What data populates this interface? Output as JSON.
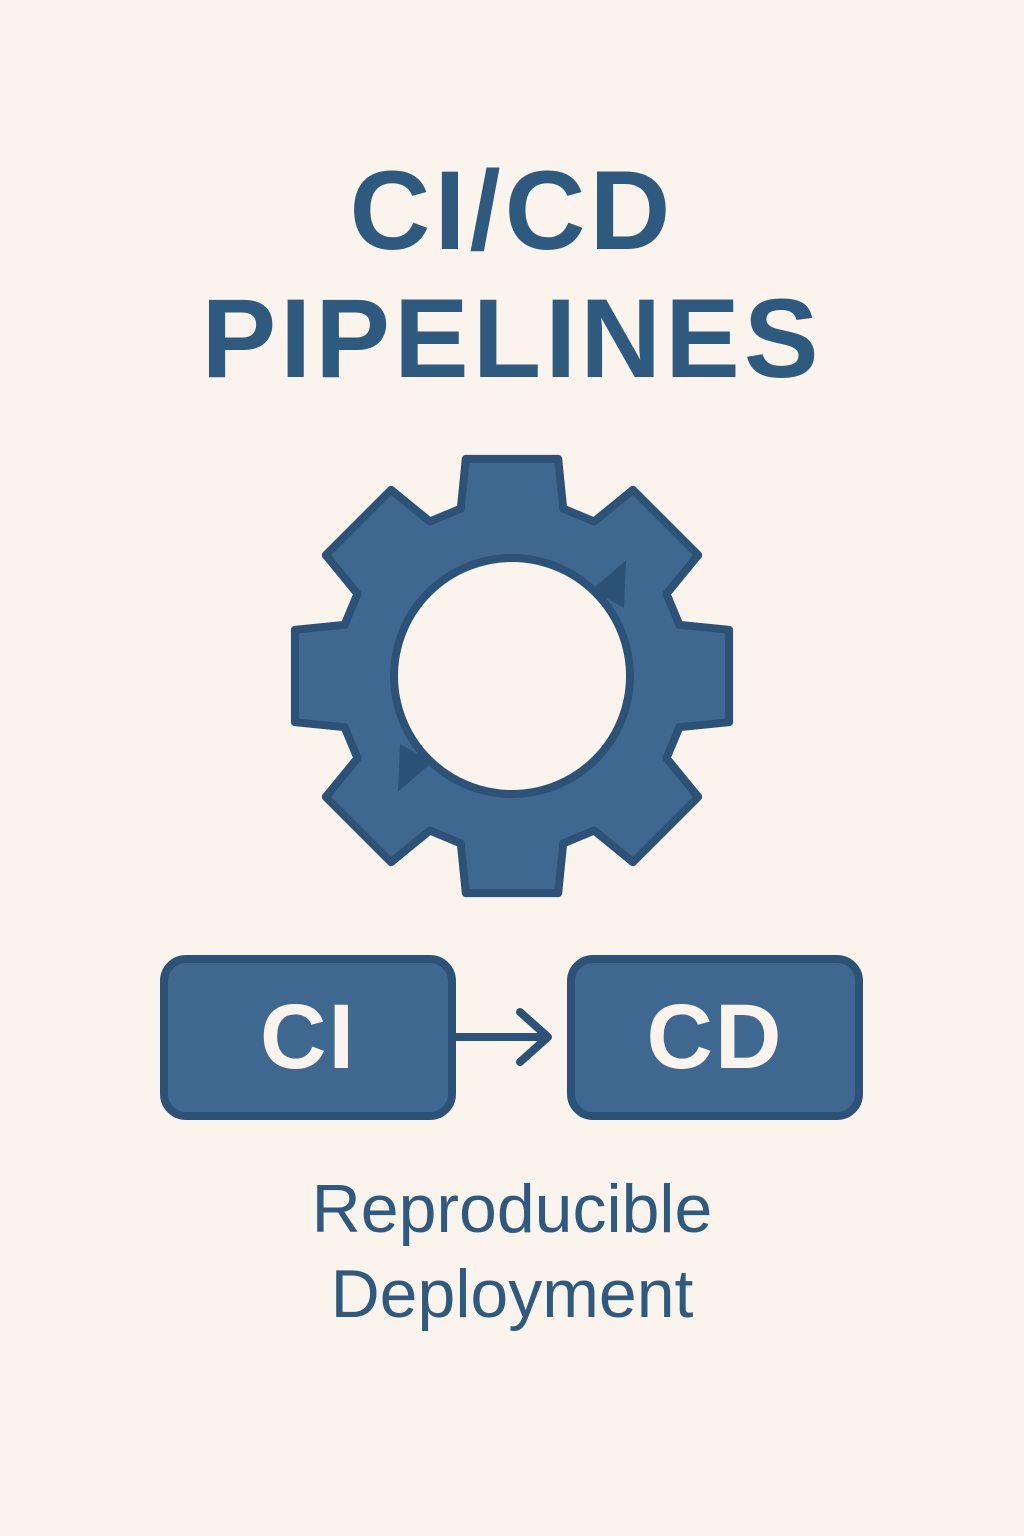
{
  "title": {
    "line1": "CI/CD",
    "line2": "PIPELINES"
  },
  "flow": {
    "from_label": "CI",
    "to_label": "CD"
  },
  "caption": {
    "line1": "Reproducible",
    "line2": "Deployment"
  },
  "colors": {
    "background": "#fbf4ec",
    "primary": "#3f6890",
    "primary_dark": "#2c5277",
    "text": "#2f5a80",
    "box_text": "#fbf4ec"
  },
  "icons": {
    "main": "gear-refresh-icon",
    "connector": "arrow-right-icon"
  }
}
